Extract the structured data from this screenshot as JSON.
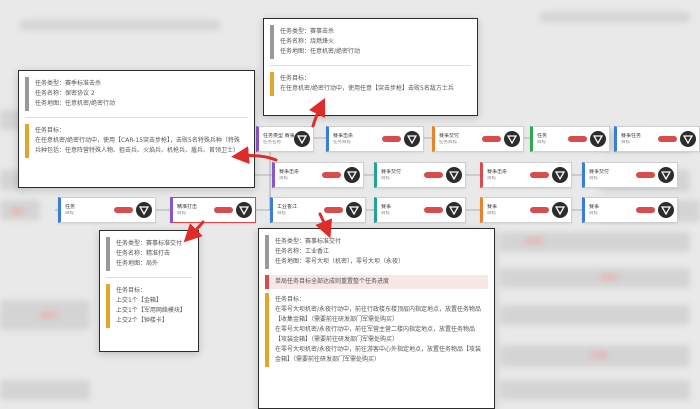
{
  "colors": {
    "arrow": "#e02b2b",
    "accent_red": "#d94c4c",
    "accent_yellow": "#e3a52a",
    "accent_purple": "#8a57c8",
    "dark_logo": "#2c2c2c"
  },
  "icons": {
    "card_logo": "triangle-v-logo-icon"
  },
  "popups": {
    "top_center": {
      "type": "任务类型：赛事击杀",
      "name": "任务名称：烧燃烽火",
      "map": "任务地图：任意机密/绝密行动",
      "goal_title": "任务目标：",
      "goal": "在任意机密/绝密行动中，使用任意【突击步枪】击败5名敌方士兵"
    },
    "top_left": {
      "type": "任务类型：赛季标准击杀",
      "name": "任务名称：保密协议 2",
      "map": "任务地图：任意机密/绝密行动",
      "goal_title": "任务目标：",
      "goal": "在任意机密/绝密行动中，使用【CAR-15突击步枪】，击败5名特殊兵种（特殊兵种包括：任意阵营特殊人物、狙击兵、火焰兵、机枪兵、盾兵、首领卫士）"
    },
    "bottom_left": {
      "type": "任务类型：赛事标准交付",
      "name": "任务名称：精准打击",
      "map": "任务地图：局外",
      "goal_title": "任务目标：",
      "items": [
        "上交1个【金箱】",
        "上交1个【军用网络模块】",
        "上交2个【钟楼卡】"
      ]
    },
    "bottom_center": {
      "type": "任务类型：赛事标准交付",
      "name": "任务名称：工业香江",
      "map": "任务地图：零号大坝（机密），零号大坝（永夜）",
      "note": "单局任务目标全部达成则重置整个任务进度",
      "goal_title": "任务目标：",
      "goals": [
        "在零号大坝机密/永夜行动中，前往行政楼东楼顶层内指定地点，放置任务物品【收集金箱】（需要前往研发部门军需处购买）",
        "在零号大坝机密/永夜行动中，前往军营主营二楼内指定地点，放置任务物品【攻装金箱】（需要前往研发部门军需处购买）",
        "在零号大坝机密/永夜行动中，前往游客中心外指定地点，放置任务物品【攻装金箱】（需要前往研发部门军需处购买）"
      ]
    }
  },
  "cards": {
    "r1": [
      {
        "t": "任务类型 赛事",
        "s": "任务名称"
      },
      {
        "t": "赛事击杀",
        "s": "任务目标"
      },
      {
        "t": "赛事交付",
        "s": "任务目标"
      },
      {
        "t": "任务",
        "s": "目标"
      },
      {
        "t": "赛事任务",
        "s": "目标"
      }
    ],
    "r2": [
      {
        "t": "赛事击杀",
        "s": "目标"
      },
      {
        "t": "赛事交付",
        "s": "目标"
      },
      {
        "t": "赛事击杀",
        "s": "目标"
      },
      {
        "t": "赛事交付",
        "s": "目标"
      }
    ],
    "r3": [
      {
        "t": "任务",
        "s": "目标"
      },
      {
        "t": "精准打击",
        "s": "目标"
      },
      {
        "t": "工业香江",
        "s": "目标"
      },
      {
        "t": "赛事",
        "s": "目标"
      },
      {
        "t": "赛事",
        "s": "目标"
      },
      {
        "t": "赛事",
        "s": "目标"
      }
    ]
  }
}
